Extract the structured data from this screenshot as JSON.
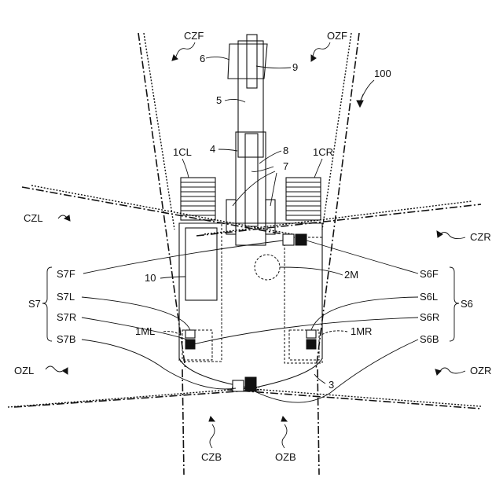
{
  "labels": {
    "czf": "CZF",
    "ozf": "OZF",
    "n6": "6",
    "n9": "9",
    "n100": "100",
    "n5": "5",
    "n4": "4",
    "n8": "8",
    "n7": "7",
    "n1cl": "1CL",
    "n1cr": "1CR",
    "czl": "CZL",
    "czr": "CZR",
    "s7f": "S7F",
    "s6f": "S6F",
    "n10": "10",
    "n2m": "2M",
    "s7": "S7",
    "s7l": "S7L",
    "s6l": "S6L",
    "s6": "S6",
    "s7r": "S7R",
    "s6r": "S6R",
    "n1ml": "1ML",
    "n1mr": "1MR",
    "s7b": "S7B",
    "s6b": "S6B",
    "ozl": "OZL",
    "ozr": "OZR",
    "n3": "3",
    "czb": "CZB",
    "ozb": "OZB"
  }
}
